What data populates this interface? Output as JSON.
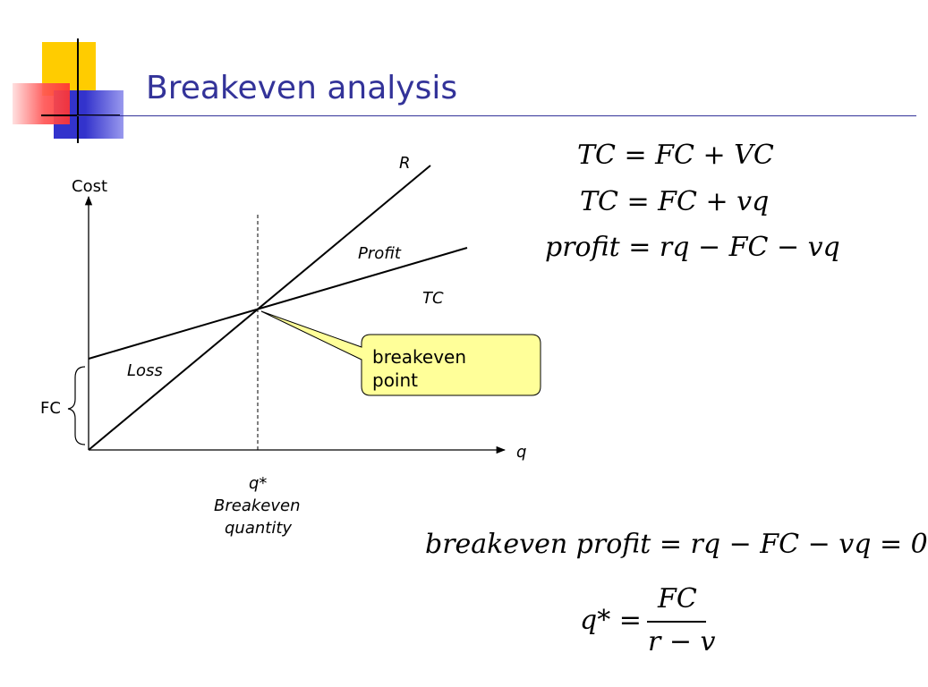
{
  "slide": {
    "title": "Breakeven analysis"
  },
  "chart": {
    "y_axis_label": "Cost",
    "x_axis_label": "q",
    "revenue_label": "R",
    "profit_label": "Profit",
    "total_cost_label": "TC",
    "loss_label": "Loss",
    "fixed_cost_label": "FC",
    "breakeven_q_label": "q*",
    "breakeven_caption_line1": "Breakeven",
    "breakeven_caption_line2": "quantity",
    "callout_line1": "breakeven",
    "callout_line2": "point"
  },
  "equations": {
    "tc_identity": "TC = FC + VC",
    "tc_linear": "TC = FC + vq",
    "profit": "profit = rq − FC − vq",
    "breakeven": "breakeven profit = rq − FC − vq = 0",
    "q_star_lhs": "q* =",
    "q_star_numerator": "FC",
    "q_star_denominator": "r − v"
  },
  "colors": {
    "title": "#333399",
    "deco_yellow": "#FFCC00",
    "deco_red": "#FF3333",
    "deco_blue": "#3333CC",
    "callout_fill": "#FFFF99"
  }
}
